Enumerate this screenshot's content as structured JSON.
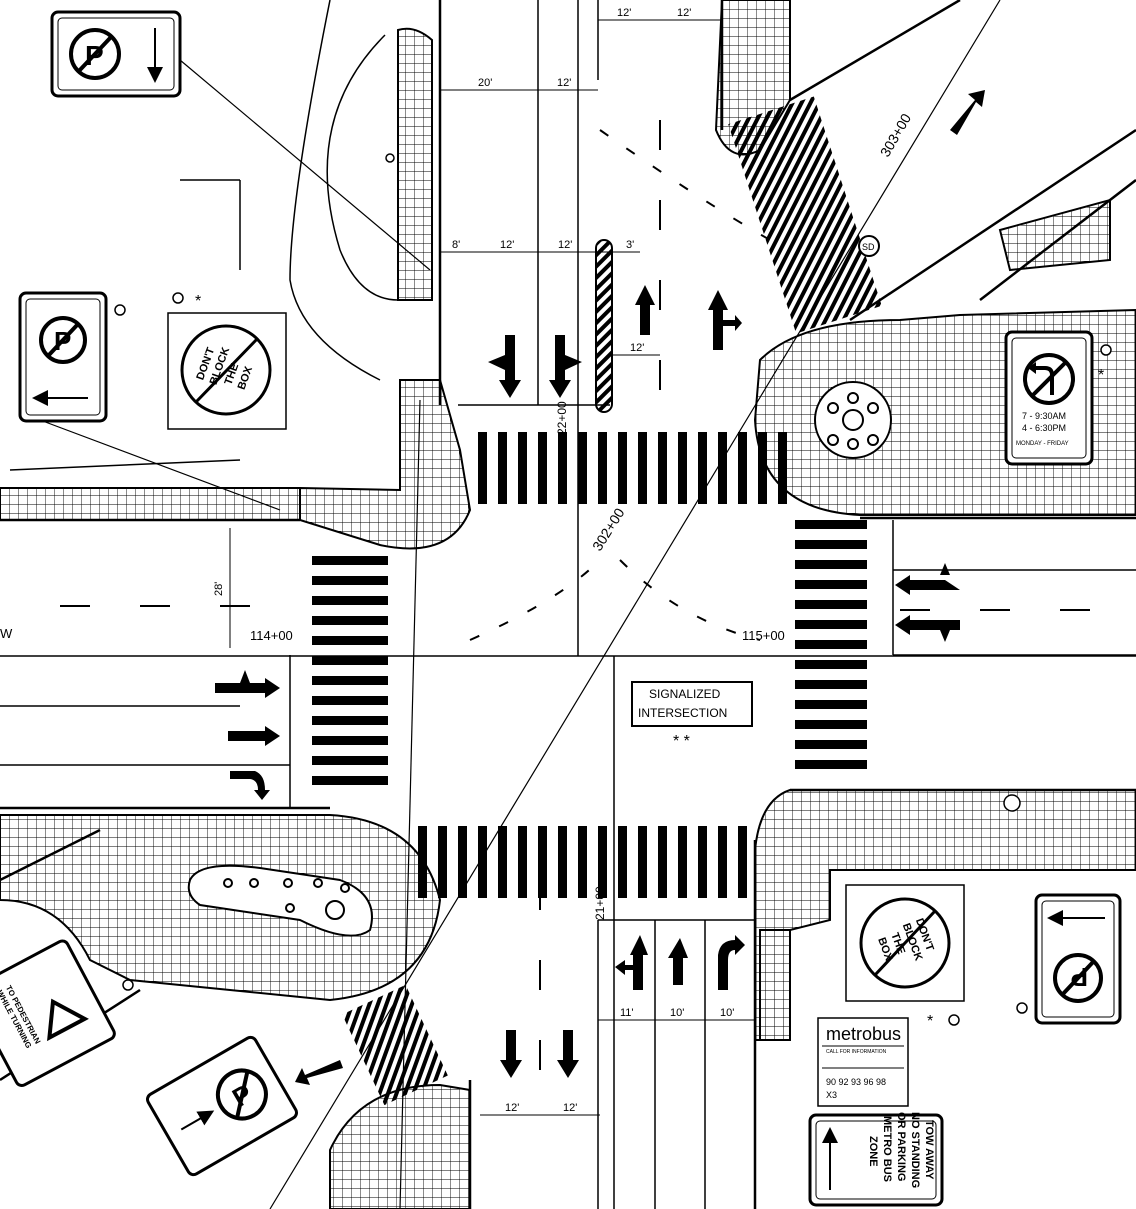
{
  "dimensions": {
    "top_north_a": "12'",
    "top_north_b": "12'",
    "top_mid_a": "20'",
    "top_mid_b": "12'",
    "top_lower_a": "8'",
    "top_lower_b": "12'",
    "top_lower_c": "12'",
    "top_lower_d": "3'",
    "median_gap": "12'",
    "west_width": "28'",
    "south_a": "11'",
    "south_b": "10'",
    "south_c": "10'",
    "south_bottom_a": "12'",
    "south_bottom_b": "12'"
  },
  "stations": {
    "sta_114": "114+00",
    "sta_115": "115+00",
    "sta_303": "303+00",
    "sta_302": "302+00",
    "sta_22": "22+00",
    "sta_21": "21+00"
  },
  "labels": {
    "signal_line1": "SIGNALIZED",
    "signal_line2": "INTERSECTION",
    "signal_mark": "* *",
    "dont_block_nw": [
      "DON'T",
      "BLOCK",
      "THE",
      "BOX"
    ],
    "dont_block_se": [
      "DON'T",
      "BLOCK",
      "THE",
      "BOX"
    ],
    "no_left_time1": "7 - 9:30AM",
    "no_left_time2": "4 - 6:30PM",
    "no_left_days": "MONDAY - FRIDAY",
    "metrobus_brand": "metrobus",
    "metrobus_sub": "CALL FOR INFORMATION",
    "metrobus_routes1": "90 92 93 96 98",
    "metrobus_routes2": "X3",
    "tow_line1": "TOW AWAY",
    "tow_line2": "NO STANDING",
    "tow_line3": "OR PARKING",
    "tow_line4": "METRO BUS",
    "tow_line5": "ZONE",
    "ped_line1": "TO PEDESTRIAN",
    "ped_line2": "WHILE TURNING",
    "sd": "SD",
    "west_label": "W",
    "asterisk": "*"
  }
}
